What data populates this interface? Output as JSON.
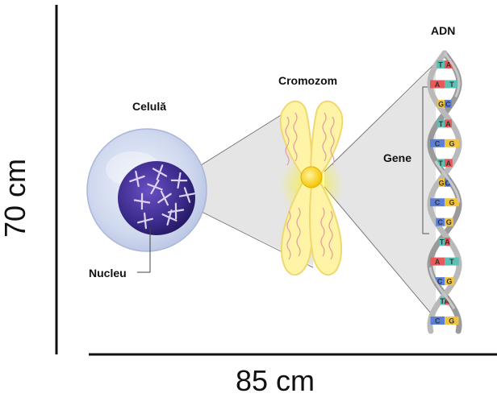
{
  "labels": {
    "cell": "Celulă",
    "nucleus": "Nucleu",
    "chromosome": "Cromozom",
    "dna": "ADN",
    "genes": "Gene"
  },
  "dimensions": {
    "height": "70 cm",
    "width": "85 cm"
  },
  "dna_letters": [
    "T",
    "A",
    "A",
    "T",
    "G",
    "C",
    "T",
    "A",
    "C",
    "G",
    "T",
    "A",
    "G",
    "C",
    "C",
    "G",
    "C",
    "G",
    "T",
    "A",
    "A",
    "T",
    "C",
    "G",
    "T",
    "A",
    "C",
    "G"
  ],
  "colors": {
    "cytoplasm": "#cfd8ee",
    "nucleus": "#3a2a8a",
    "chromosome": "#fff3a6",
    "centromere": "#f5c400",
    "base_T": "#5cc0b5",
    "base_A": "#e85a5a",
    "base_G": "#f2c43a",
    "base_C": "#5b7fd6"
  }
}
